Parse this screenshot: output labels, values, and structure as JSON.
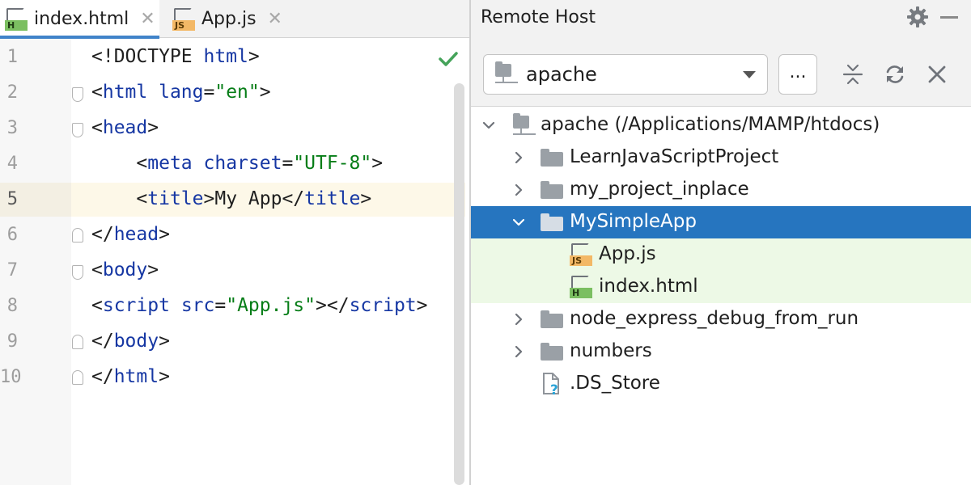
{
  "editor": {
    "tabs": [
      {
        "label": "index.html",
        "icon": "html-file-icon",
        "active": true
      },
      {
        "label": "App.js",
        "icon": "js-file-icon",
        "active": false
      }
    ],
    "current_line": 5,
    "line_numbers": [
      "1",
      "2",
      "3",
      "4",
      "5",
      "6",
      "7",
      "8",
      "9",
      "10"
    ],
    "code": {
      "l1": {
        "tag": "<!DOCTYPE ",
        "kw": "html",
        "end": ">"
      },
      "l2": {
        "open": "<",
        "tag": "html",
        "sp": " ",
        "attr": "lang",
        "eq": "=",
        "val": "\"en\"",
        "end": ">"
      },
      "l3": {
        "open": "<",
        "tag": "head",
        "end": ">"
      },
      "l4": {
        "indent": "    ",
        "open": "<",
        "tag": "meta",
        "sp": " ",
        "attr": "charset",
        "eq": "=",
        "val": "\"UTF-8\"",
        "end": ">"
      },
      "l5": {
        "indent": "    ",
        "open": "<",
        "tag": "title",
        "gt": ">",
        "text": "My App",
        "close_open": "</",
        "close_tag": "title",
        "end": ">"
      },
      "l6": {
        "open": "</",
        "tag": "head",
        "end": ">"
      },
      "l7": {
        "open": "<",
        "tag": "body",
        "end": ">"
      },
      "l8": {
        "open": "<",
        "tag": "script",
        "sp": " ",
        "attr": "src",
        "eq": "=",
        "val": "\"App.js\"",
        "gt": ">",
        "close_open": "</",
        "close_tag": "script",
        "end": ">"
      },
      "l9": {
        "open": "</",
        "tag": "body",
        "end": ">"
      },
      "l10": {
        "open": "</",
        "tag": "html",
        "end": ">"
      }
    }
  },
  "remote_host": {
    "title": "Remote Host",
    "server": "apache",
    "more_label": "...",
    "tree": [
      {
        "label": "apache (/Applications/MAMP/htdocs)",
        "type": "server",
        "expanded": true
      },
      {
        "label": "LearnJavaScriptProject",
        "type": "folder",
        "expanded": false
      },
      {
        "label": "my_project_inplace",
        "type": "folder",
        "expanded": false
      },
      {
        "label": "MySimpleApp",
        "type": "folder",
        "expanded": true,
        "selected": true
      },
      {
        "label": "App.js",
        "type": "js-file"
      },
      {
        "label": "index.html",
        "type": "html-file"
      },
      {
        "label": "node_express_debug_from_run",
        "type": "folder",
        "expanded": false
      },
      {
        "label": "numbers",
        "type": "folder",
        "expanded": false
      },
      {
        "label": ".DS_Store",
        "type": "unknown-file"
      }
    ]
  },
  "colors": {
    "selection": "#2675bf",
    "tinted_rows": "#edf9e6",
    "tag_keyword": "#1637a3",
    "string": "#067d17",
    "current_line": "#fdf8e8"
  }
}
